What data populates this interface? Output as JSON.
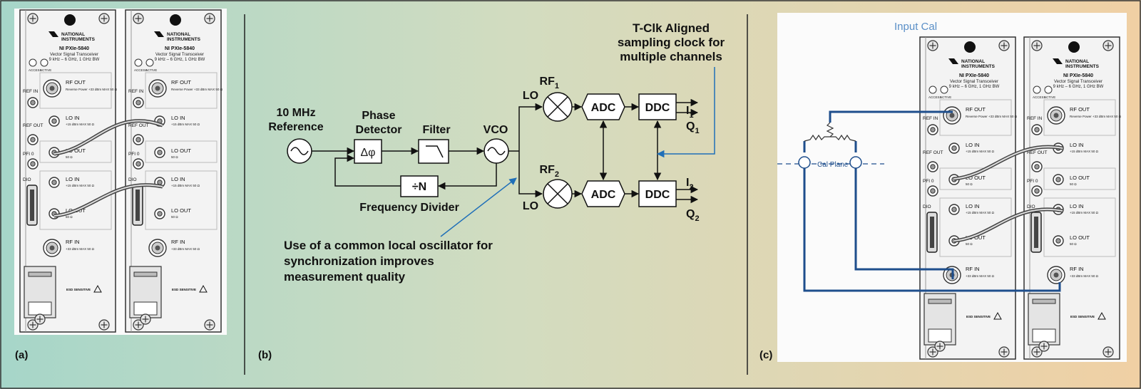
{
  "panels": {
    "a": {
      "label": "(a)"
    },
    "b": {
      "label": "(b)"
    },
    "c": {
      "label": "(c)"
    }
  },
  "module": {
    "brand_line1": "NATIONAL",
    "brand_line2": "INSTRUMENTS",
    "model": "NI PXIe-5840",
    "subtitle": "Vector Signal Transceiver",
    "spec": "9 kHz – 6 GHz, 1 GHz BW",
    "access": "ACCESS",
    "active": "ACTIVE",
    "ref_in": "REF IN",
    "ref_out": "REF OUT",
    "pfi0": "PFI 0",
    "dio": "DIO",
    "rf_out": "RF OUT",
    "rf_out_spec": "Reverse Power +33 dBm MAX 50 Ω",
    "lo_in": "LO IN",
    "lo_in_spec": "+15 dBm MAX 50 Ω",
    "lo_out": "LO OUT",
    "lo_out_spec": "50 Ω",
    "rf_in": "RF IN",
    "rf_in_spec": "+33 dBm MAX 50 Ω",
    "esd": "ESD SENSITIVE"
  },
  "diagram": {
    "ref_line1": "10 MHz",
    "ref_line2": "Reference",
    "pd_line1": "Phase",
    "pd_line2": "Detector",
    "pd_symbol": "Δφ",
    "filter": "Filter",
    "vco": "VCO",
    "divider_symbol": "÷N",
    "divider_label": "Frequency Divider",
    "lo_top": "LO",
    "lo_bottom": "LO",
    "rf1": "RF",
    "rf1_sub": "1",
    "rf2": "RF",
    "rf2_sub": "2",
    "adc": "ADC",
    "ddc": "DDC",
    "i1": "I",
    "i1_sub": "1",
    "q1": "Q",
    "q1_sub": "1",
    "i2": "I",
    "i2_sub": "2",
    "q2": "Q",
    "q2_sub": "2",
    "tclk_line1": "T-Clk Aligned",
    "tclk_line2": "sampling clock for",
    "tclk_line3": "multiple channels",
    "note_line1": "Use of a common local oscillator for",
    "note_line2": "synchronization improves",
    "note_line3": "measurement quality"
  },
  "calibration": {
    "title": "Input Cal",
    "plane": "Cal Plane"
  },
  "colors": {
    "accent_blue": "#1f6fb8",
    "cable_blue": "#1e4e8c",
    "title_blue": "#5a8fc7"
  }
}
